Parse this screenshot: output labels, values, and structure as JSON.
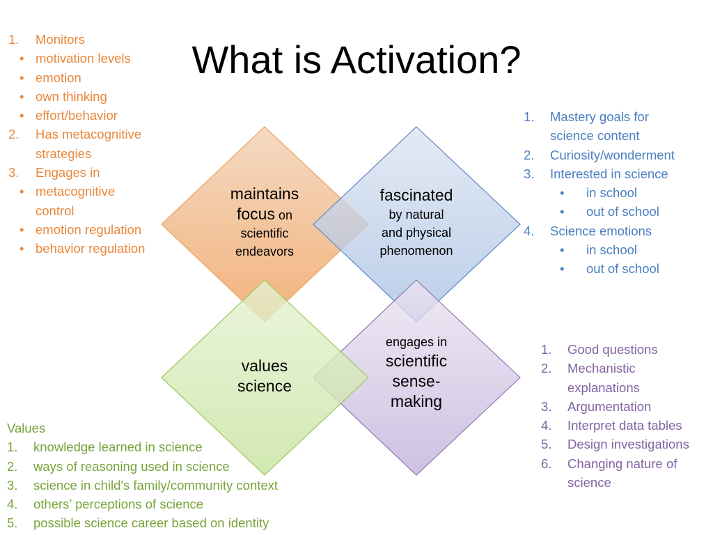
{
  "title": "What is Activation?",
  "colors": {
    "orange": "#e9873b",
    "blue": "#4a7fc0",
    "purple": "#8264a3",
    "green": "#77a33a"
  },
  "left_list": [
    {
      "marker": "1.",
      "text": "Monitors",
      "indent": 0
    },
    {
      "marker": "•",
      "text": "motivation levels",
      "indent": 1
    },
    {
      "marker": "•",
      "text": "emotion",
      "indent": 1
    },
    {
      "marker": "•",
      "text": "own thinking",
      "indent": 1
    },
    {
      "marker": "•",
      "text": "effort/behavior",
      "indent": 1
    },
    {
      "marker": "2.",
      "text": "Has metacognitive",
      "indent": 0
    },
    {
      "marker": "",
      "text": "strategies",
      "indent": 0
    },
    {
      "marker": "3.",
      "text": "Engages in",
      "indent": 0
    },
    {
      "marker": "•",
      "text": "metacognitive",
      "indent": 1
    },
    {
      "marker": "",
      "text": "control",
      "indent": 1
    },
    {
      "marker": "•",
      "text": "emotion regulation",
      "indent": 1
    },
    {
      "marker": "•",
      "text": "behavior regulation",
      "indent": 1
    }
  ],
  "right_top_list": [
    {
      "marker": "1.",
      "text": "Mastery goals for",
      "indent": 0
    },
    {
      "marker": "",
      "text": "science content",
      "indent": 0
    },
    {
      "marker": "2.",
      "text": "Curiosity/wonderment",
      "indent": 0
    },
    {
      "marker": "3.",
      "text": "Interested in science",
      "indent": 0
    },
    {
      "marker": "•",
      "text": "in school",
      "indent": 2
    },
    {
      "marker": "•",
      "text": "out of school",
      "indent": 2
    },
    {
      "marker": "4.",
      "text": "Science emotions",
      "indent": 0
    },
    {
      "marker": "•",
      "text": "in school",
      "indent": 2
    },
    {
      "marker": "•",
      "text": "out of school",
      "indent": 2
    }
  ],
  "right_bottom_list": [
    {
      "marker": "1.",
      "text": "Good questions"
    },
    {
      "marker": "2.",
      "text": "Mechanistic"
    },
    {
      "marker": "",
      "text": "explanations"
    },
    {
      "marker": "3.",
      "text": "Argumentation"
    },
    {
      "marker": "4.",
      "text": "Interpret data tables"
    },
    {
      "marker": "5.",
      "text": "Design investigations"
    },
    {
      "marker": "6.",
      "text": "Changing nature of"
    },
    {
      "marker": "",
      "text": "science"
    }
  ],
  "values_list": {
    "heading": "Values",
    "items": [
      {
        "marker": "1.",
        "text": "knowledge learned in science"
      },
      {
        "marker": "2.",
        "text": "ways of reasoning used in science"
      },
      {
        "marker": "3.",
        "text": "science in child's family/community context"
      },
      {
        "marker": "4.",
        "text": "others’ perceptions of science"
      },
      {
        "marker": "5.",
        "text": "possible science career based on identity"
      }
    ]
  },
  "diamonds": {
    "focus": {
      "line1": "maintains",
      "line2_big": "focus",
      "line2_small": " on",
      "line3": "scientific",
      "line4": "endeavors"
    },
    "fascinated": {
      "line1": "fascinated",
      "line2": "by natural",
      "line3": "and physical",
      "line4": "phenomenon"
    },
    "values": {
      "line1": "values",
      "line2": "science"
    },
    "sense": {
      "line1": "engages in",
      "line2": "scientific",
      "line3": "sense-",
      "line4": "making"
    }
  }
}
